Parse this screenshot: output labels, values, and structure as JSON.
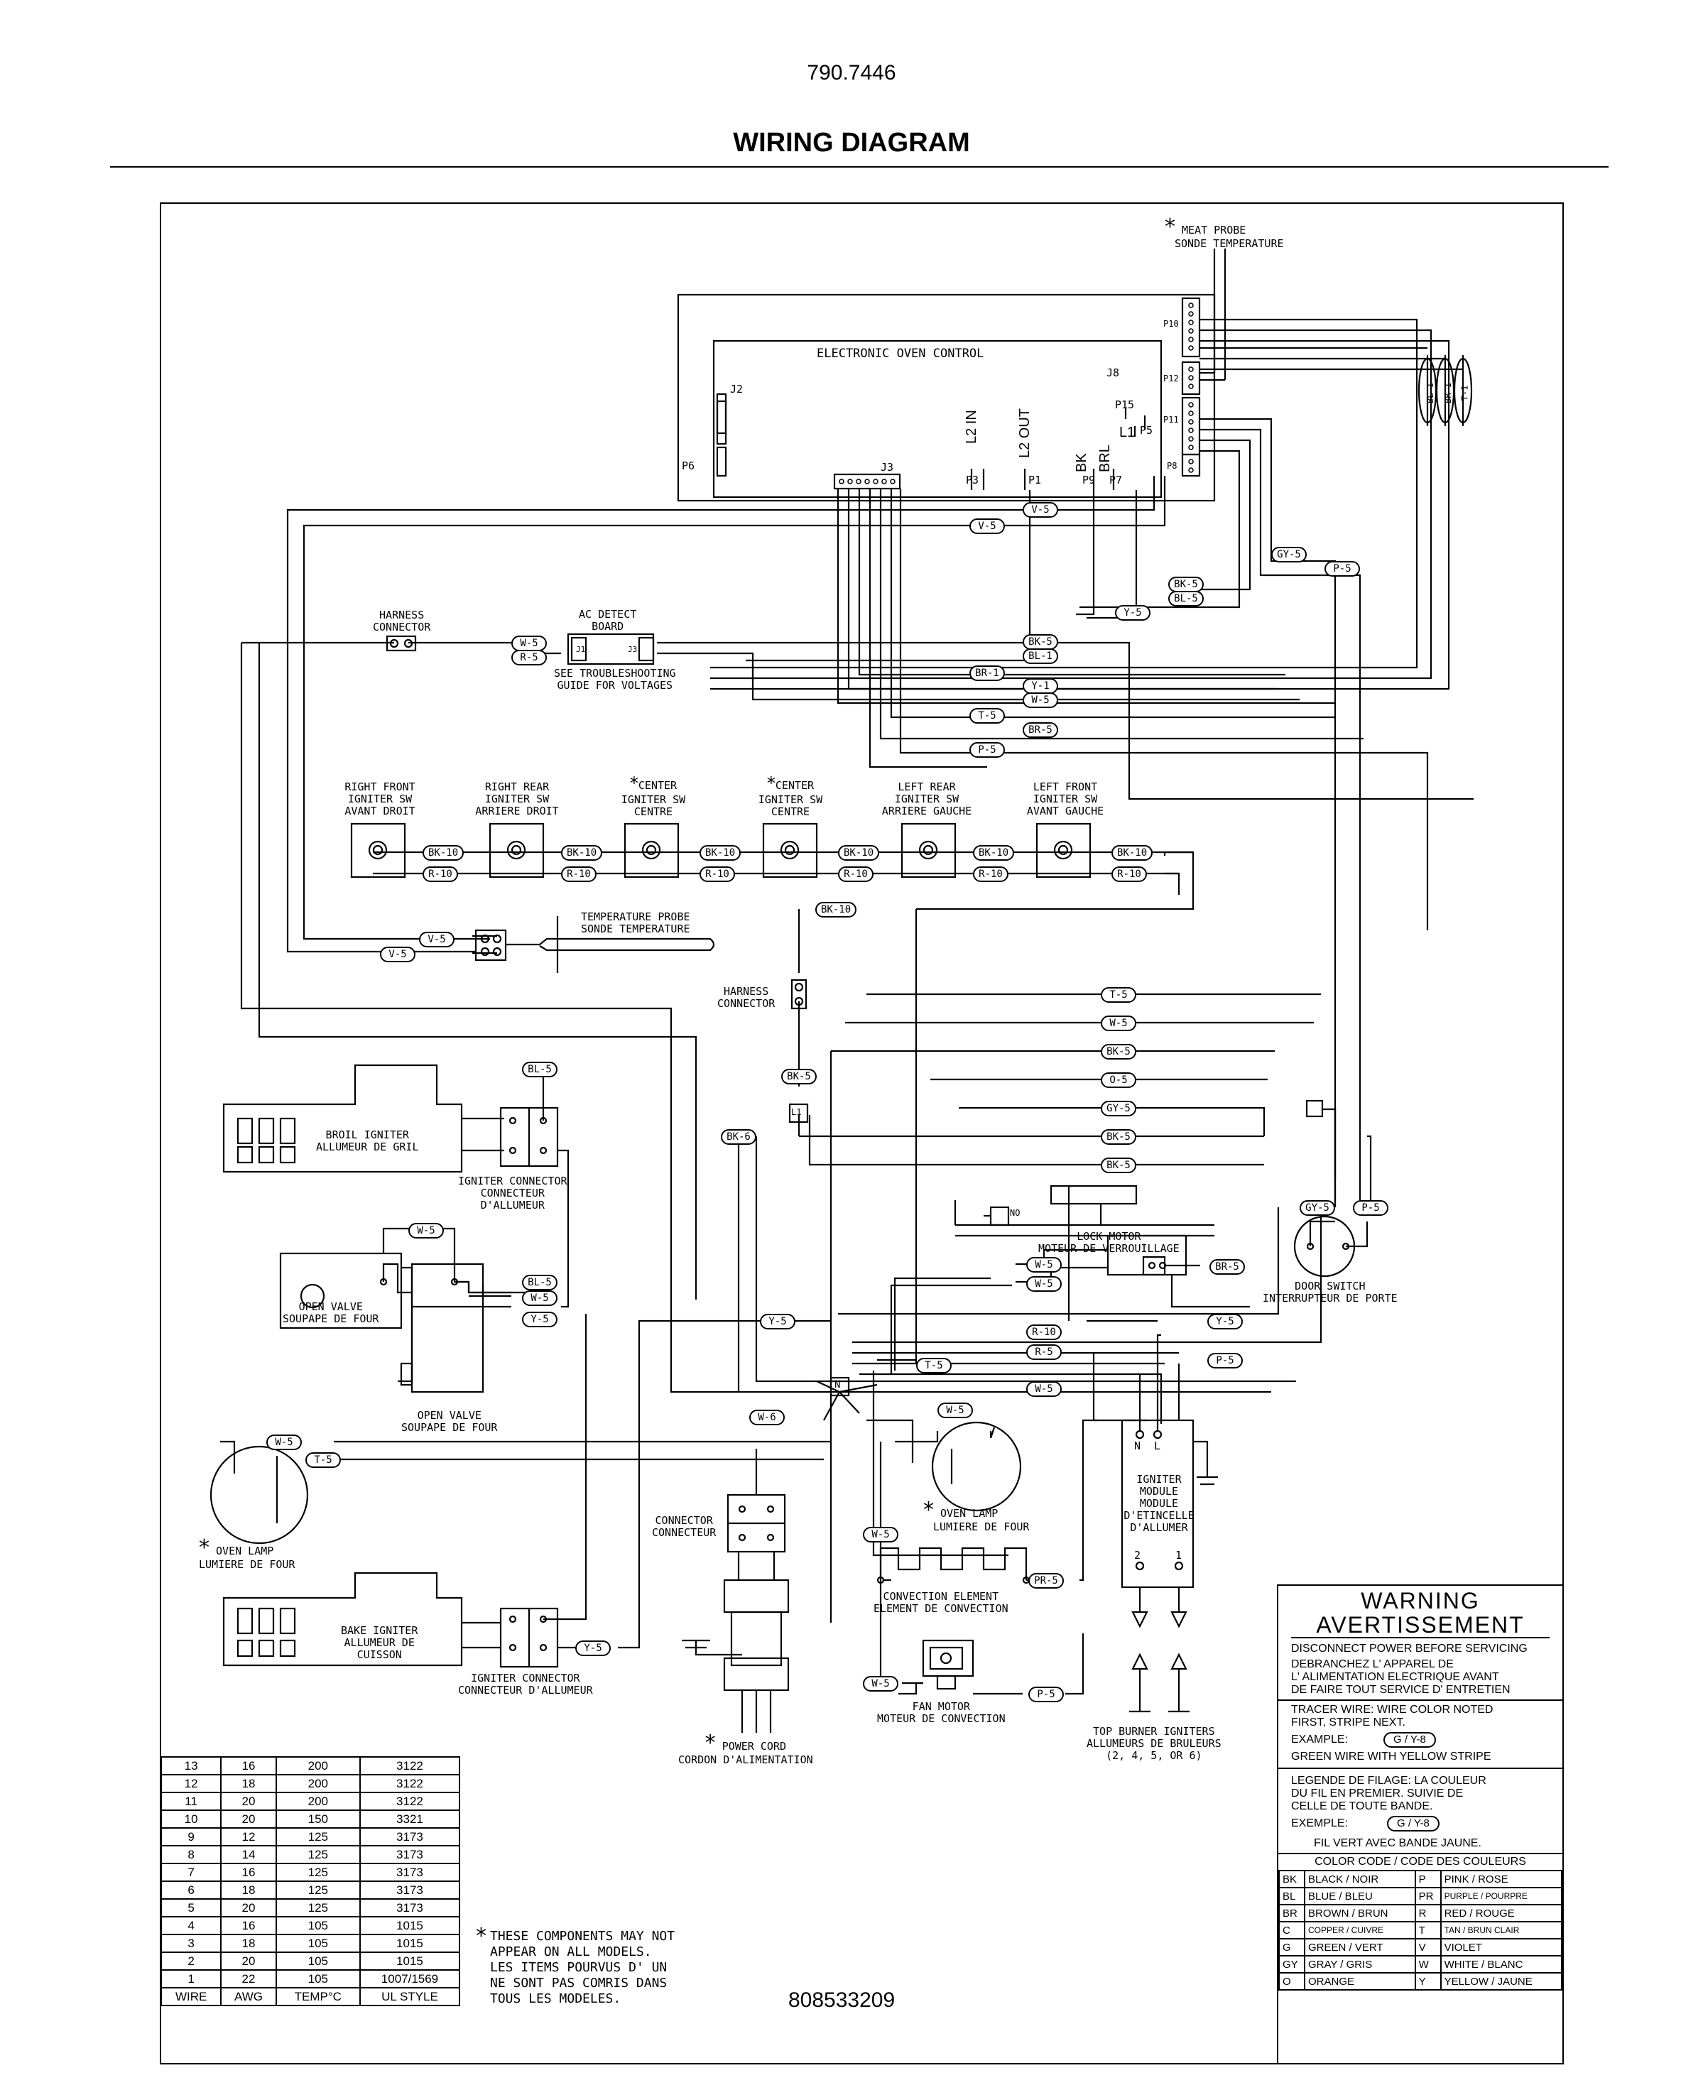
{
  "header": {
    "doc_number": "790.7446",
    "title": "WIRING DIAGRAM"
  },
  "control": {
    "title": "ELECTRONIC OVEN CONTROL",
    "connectors": [
      "J2",
      "J3",
      "J8",
      "P6",
      "P10",
      "P12",
      "P15",
      "P11",
      "P5",
      "P8",
      "P3",
      "P1",
      "P9",
      "P7"
    ],
    "pins": {
      "l2in": "L2 IN",
      "l2out": "L2 OUT",
      "bk": "BK",
      "brl": "BRL",
      "l1": "L1"
    }
  },
  "meat_probe": {
    "line1": "MEAT PROBE",
    "line2": "SONDE TEMPERATURE"
  },
  "harness_connector": {
    "line1": "HARNESS",
    "line2": "CONNECTOR"
  },
  "ac_detect": {
    "line1": "AC DETECT",
    "line2": "BOARD",
    "j1": "J1",
    "j3": "J3",
    "note1": "SEE TROUBLESHOOTING",
    "note2": "GUIDE FOR VOLTAGES"
  },
  "igniter_switches": [
    {
      "l1": "RIGHT FRONT",
      "l2": "IGNITER SW",
      "l3": "AVANT DROIT",
      "star": false
    },
    {
      "l1": "RIGHT REAR",
      "l2": "IGNITER SW",
      "l3": "ARRIERE DROIT",
      "star": false
    },
    {
      "l1": "CENTER",
      "l2": "IGNITER SW",
      "l3": "CENTRE",
      "star": true
    },
    {
      "l1": "CENTER",
      "l2": "IGNITER SW",
      "l3": "CENTRE",
      "star": true
    },
    {
      "l1": "LEFT REAR",
      "l2": "IGNITER SW",
      "l3": "ARRIERE GAUCHE",
      "star": false
    },
    {
      "l1": "LEFT FRONT",
      "l2": "IGNITER SW",
      "l3": "AVANT GAUCHE",
      "star": false
    }
  ],
  "temp_probe": {
    "line1": "TEMPERATURE PROBE",
    "line2": "SONDE TEMPERATURE"
  },
  "harness_connector_2": {
    "line1": "HARNESS",
    "line2": "CONNECTOR"
  },
  "broil_igniter": {
    "line1": "BROIL IGNITER",
    "line2": "ALLUMEUR DE GRIL"
  },
  "igniter_connector_1": {
    "line1": "IGNITER CONNECTOR",
    "line2": "CONNECTEUR",
    "line3": "D'ALLUMEUR"
  },
  "open_valve_1": {
    "line1": "OPEN VALVE",
    "line2": "SOUPAPE DE FOUR"
  },
  "open_valve_2": {
    "line1": "OPEN VALVE",
    "line2": "SOUPAPE DE FOUR"
  },
  "oven_lamp_1": {
    "line1": "OVEN LAMP",
    "line2": "LUMIERE DE FOUR"
  },
  "oven_lamp_2": {
    "line1": "OVEN LAMP",
    "line2": "LUMIERE DE FOUR"
  },
  "bake_igniter": {
    "line1": "BAKE IGNITER",
    "line2": "ALLUMEUR DE",
    "line3": "CUISSON"
  },
  "igniter_connector_2": {
    "line1": "IGNITER CONNECTOR",
    "line2": "CONNECTEUR D'ALLUMEUR"
  },
  "connector": {
    "line1": "CONNECTOR",
    "line2": "CONNECTEUR"
  },
  "power_cord": {
    "line1": "POWER CORD",
    "line2": "CORDON D'ALIMENTATION"
  },
  "lock_motor": {
    "line1": "LOCK MOTOR",
    "line2": "MOTEUR DE VERROUILLAGE",
    "no": "NO"
  },
  "door_switch": {
    "line1": "DOOR SWITCH",
    "line2": "INTERRUPTEUR DE PORTE"
  },
  "convection_element": {
    "line1": "CONVECTION ELEMENT",
    "line2": "ELEMENT DE CONVECTION"
  },
  "fan_motor": {
    "line1": "FAN MOTOR",
    "line2": "MOTEUR DE CONVECTION"
  },
  "igniter_module": {
    "l1": "IGNITER",
    "l2": "MODULE",
    "l3": "MODULE",
    "l4": "D'ETINCELLE",
    "l5": "D'ALLUMER",
    "n": "N",
    "l": "L",
    "p2": "2",
    "p1": "1"
  },
  "top_burner": {
    "line1": "TOP BURNER IGNITERS",
    "line2": "ALLUMEURS DE BRULEURS",
    "line3": "(2, 4, 5, OR 6)"
  },
  "node_n": "N",
  "node_l1": "L1",
  "wire_tags": {
    "v5a": "V-5",
    "v5b": "V-5",
    "gy5": "GY-5",
    "p5a": "P-5",
    "bk5a": "BK-5",
    "bl5a": "BL-5",
    "y5a": "Y-5",
    "w5a": "W-5",
    "r5a": "R-5",
    "bk5b": "BK-5",
    "bl1": "BL-1",
    "br1": "BR-1",
    "y1": "Y-1",
    "w5b": "W-5",
    "t5a": "T-5",
    "br5a": "BR-5",
    "p5b": "P-5",
    "bk10a": "BK-10",
    "bk10b": "BK-10",
    "bk10c": "BK-10",
    "bk10d": "BK-10",
    "bk10e": "BK-10",
    "bk10f": "BK-10",
    "r10a": "R-10",
    "r10b": "R-10",
    "r10c": "R-10",
    "r10d": "R-10",
    "r10e": "R-10",
    "r10f": "R-10",
    "bk10g": "BK-10",
    "v5c": "V-5",
    "v5d": "V-5",
    "t5b": "T-5",
    "w5c": "W-5",
    "bk5c": "BK-5",
    "o5": "O-5",
    "gy5b": "GY-5",
    "bk5d": "BK-5",
    "bk5e": "BK-5",
    "bl5b": "BL-5",
    "bk5f": "BK-5",
    "bk6": "BK-6",
    "w5d": "W-5",
    "bl5c": "BL-5",
    "w5e": "W-5",
    "y5b": "Y-5",
    "gy5c": "GY-5",
    "p5c": "P-5",
    "w5f": "W-5",
    "w5g": "W-5",
    "br5b": "BR-5",
    "y5c": "Y-5",
    "y5d": "Y-5",
    "r10g": "R-10",
    "r5b": "R-5",
    "p5d": "P-5",
    "t5c": "T-5",
    "w5h": "W-5",
    "w6": "W-6",
    "w5i": "W-5",
    "w5j": "W-5",
    "t5d": "T-5",
    "w5k": "W-5",
    "pr5": "PR-5",
    "w5l": "W-5",
    "p5e": "P-5",
    "y5e": "Y-5",
    "vbl": "BL-1",
    "vbr": "BR-1",
    "vt": "T-1"
  },
  "wire_table": {
    "headers": [
      "WIRE",
      "AWG",
      "TEMP°C",
      "UL STYLE"
    ],
    "rows": [
      [
        "13",
        "16",
        "200",
        "3122"
      ],
      [
        "12",
        "18",
        "200",
        "3122"
      ],
      [
        "11",
        "20",
        "200",
        "3122"
      ],
      [
        "10",
        "20",
        "150",
        "3321"
      ],
      [
        "9",
        "12",
        "125",
        "3173"
      ],
      [
        "8",
        "14",
        "125",
        "3173"
      ],
      [
        "7",
        "16",
        "125",
        "3173"
      ],
      [
        "6",
        "18",
        "125",
        "3173"
      ],
      [
        "5",
        "20",
        "125",
        "3173"
      ],
      [
        "4",
        "16",
        "105",
        "1015"
      ],
      [
        "3",
        "18",
        "105",
        "1015"
      ],
      [
        "2",
        "20",
        "105",
        "1015"
      ],
      [
        "1",
        "22",
        "105",
        "1007/1569"
      ]
    ]
  },
  "notes": {
    "l1": "THESE COMPONENTS MAY NOT",
    "l2": "APPEAR ON ALL MODELS.",
    "l3": "LES ITEMS POURVUS D' UN",
    "l4": "NE SONT PAS COMRIS DANS",
    "l5": "TOUS LES MODELES."
  },
  "part_number": "808533209",
  "warning": {
    "title1": "WARNING",
    "title2": "AVERTISSEMENT",
    "disconnect": "DISCONNECT POWER BEFORE SERVICING",
    "fr1": "DEBRANCHEZ L' APPAREL DE",
    "fr2": "L' ALIMENTATION ELECTRIQUE AVANT",
    "fr3": "DE FAIRE TOUT SERVICE D' ENTRETIEN",
    "tracer1": "TRACER WIRE:  WIRE COLOR NOTED",
    "tracer2": "FIRST, STRIPE NEXT.",
    "example_label": "EXAMPLE:",
    "example_value": "G / Y-8",
    "green1": "GREEN WIRE WITH YELLOW STRIPE",
    "leg1": "LEGENDE DE FILAGE:  LA COULEUR",
    "leg2": "DU FIL EN PREMIER. SUIVIE DE",
    "leg3": "CELLE DE TOUTE BANDE.",
    "exemple_label": "EXEMPLE:",
    "exemple_value": "G / Y-8",
    "fil": "FIL VERT AVEC BANDE JAUNE.",
    "color_header": "COLOR CODE / CODE DES COULEURS",
    "colors": [
      [
        "BK",
        "BLACK / NOIR",
        "P",
        "PINK / ROSE"
      ],
      [
        "BL",
        "BLUE / BLEU",
        "PR",
        "PURPLE / POURPRE"
      ],
      [
        "BR",
        "BROWN / BRUN",
        "R",
        "RED / ROUGE"
      ],
      [
        "C",
        "COPPER / CUIVRE",
        "T",
        "TAN / BRUN CLAIR"
      ],
      [
        "G",
        "GREEN / VERT",
        "V",
        "VIOLET"
      ],
      [
        "GY",
        "GRAY / GRIS",
        "W",
        "WHITE / BLANC"
      ],
      [
        "O",
        "ORANGE",
        "Y",
        "YELLOW / JAUNE"
      ]
    ]
  }
}
